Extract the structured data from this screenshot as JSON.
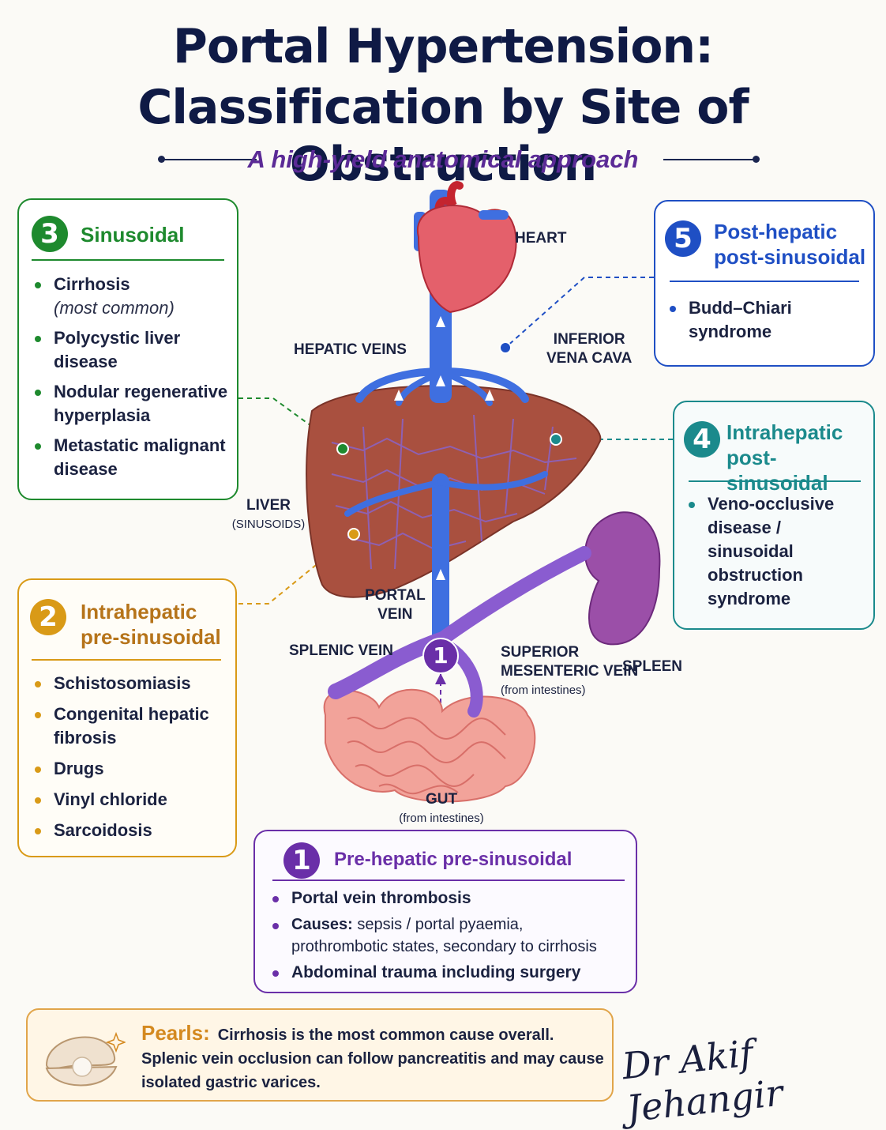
{
  "title_line1": "Portal Hypertension:",
  "title_line2": "Classification by Site of Obstruction",
  "subtitle": "A high-yield anatomical approach",
  "boxes": {
    "sinusoidal": {
      "number": "3",
      "title": "Sinusoidal",
      "color": "#1e8a2e",
      "items": [
        "Cirrhosis",
        "Polycystic liver disease",
        "Nodular regenerative hyperplasia",
        "Metastatic malignant disease"
      ],
      "note": "(most common)"
    },
    "intra_pre": {
      "number": "2",
      "title_line1": "Intrahepatic",
      "title_line2": "pre-sinusoidal",
      "color": "#d99a17",
      "items": [
        "Schistosomiasis",
        "Congenital hepatic fibrosis",
        "Drugs",
        "Vinyl chloride",
        "Sarcoidosis"
      ]
    },
    "post_hepatic": {
      "number": "5",
      "title_line1": "Post-hepatic",
      "title_line2": "post-sinusoidal",
      "color": "#1f4fc4",
      "items": [
        "Budd–Chiari syndrome"
      ]
    },
    "intra_post": {
      "number": "4",
      "title_line1": "Intrahepatic",
      "title_line2": "post-sinusoidal",
      "color": "#1b8a8c",
      "items": [
        "Veno-occlusive disease / sinusoidal obstruction syndrome"
      ]
    },
    "pre_hepatic": {
      "number": "1",
      "title": "Pre-hepatic pre-sinusoidal",
      "color": "#6a2fa8",
      "items": [
        "Portal vein thrombosis",
        "Abdominal trauma including surgery"
      ],
      "causes_label": "Causes:",
      "causes_text": "sepsis / portal pyaemia, prothrombotic states, secondary to cirrhosis"
    }
  },
  "labels": {
    "heart": "HEART",
    "hepatic_veins": "HEPATIC VEINS",
    "ivc_line1": "INFERIOR",
    "ivc_line2": "VENA CAVA",
    "liver": "LIVER",
    "liver_sub": "(SINUSOIDS)",
    "portal_line1": "PORTAL",
    "portal_line2": "VEIN",
    "splenic_vein": "SPLENIC VEIN",
    "smv_line1": "SUPERIOR",
    "smv_line2": "MESENTERIC VEIN",
    "smv_sub": "(from intestines)",
    "spleen": "SPLEEN",
    "gut": "GUT",
    "gut_sub": "(from intestines)",
    "portal_badge": "1"
  },
  "pearls": {
    "heading": "Pearls:",
    "text": "Cirrhosis is the most common cause overall. Splenic vein occlusion can follow pancreatitis and may cause isolated gastric varices."
  },
  "signature": "Dr Akif Jehangir"
}
